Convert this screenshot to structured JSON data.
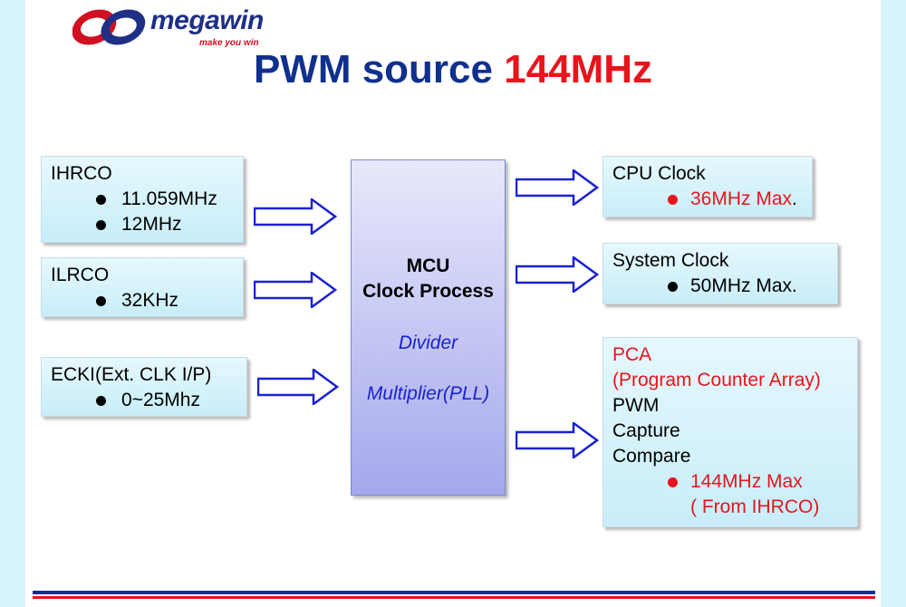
{
  "logo": {
    "name": "megawin",
    "tagline": "make you win"
  },
  "title": {
    "main": "PWM source ",
    "highlight": "144MHz"
  },
  "sources": [
    {
      "name": "IHRCO",
      "items": [
        "11.059MHz",
        "12MHz"
      ]
    },
    {
      "name": "ILRCO",
      "items": [
        "32KHz"
      ]
    },
    {
      "name": "ECKI(Ext. CLK I/P)",
      "items": [
        "0~25Mhz"
      ]
    }
  ],
  "mcu": {
    "title_line1": "MCU",
    "title_line2": "Clock Process",
    "divider": "Divider",
    "multiplier": "Multiplier(PLL)"
  },
  "outputs": {
    "cpu": {
      "name": "CPU Clock",
      "item": "36MHz Max",
      "item_suffix": "."
    },
    "system": {
      "name": "System Clock",
      "item": "50MHz Max."
    },
    "pca": {
      "name": "PCA",
      "subtitle": "(Program Counter Array)",
      "features": [
        "PWM",
        "Capture",
        "Compare"
      ],
      "item": "144MHz Max",
      "note": "( From IHRCO)"
    }
  },
  "colors": {
    "title_blue": "#10308e",
    "accent_red": "#e8141c",
    "arrow_blue": "#1a22d0"
  }
}
